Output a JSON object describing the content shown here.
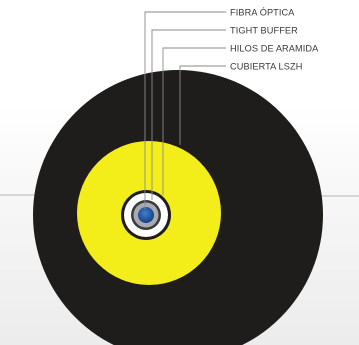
{
  "labels": {
    "fibra_optica": "FIBRA ÓPTICA",
    "tight_buffer": "TIGHT BUFFER",
    "hilos_aramida": "HILOS DE ARAMIDA",
    "cubierta_lszh": "CUBIERTA LSZH"
  },
  "colors": {
    "cubierta": "#1f1c1c",
    "aramida": "#f3ee1a",
    "tight_buffer": "#ffffff",
    "fiber_ring": "#3a3a3a",
    "fiber_cladding": "#a7aab3",
    "fiber_core": "#1e56a6",
    "leader_line": "#8a8a8a",
    "label_text": "#3a3a3a"
  }
}
